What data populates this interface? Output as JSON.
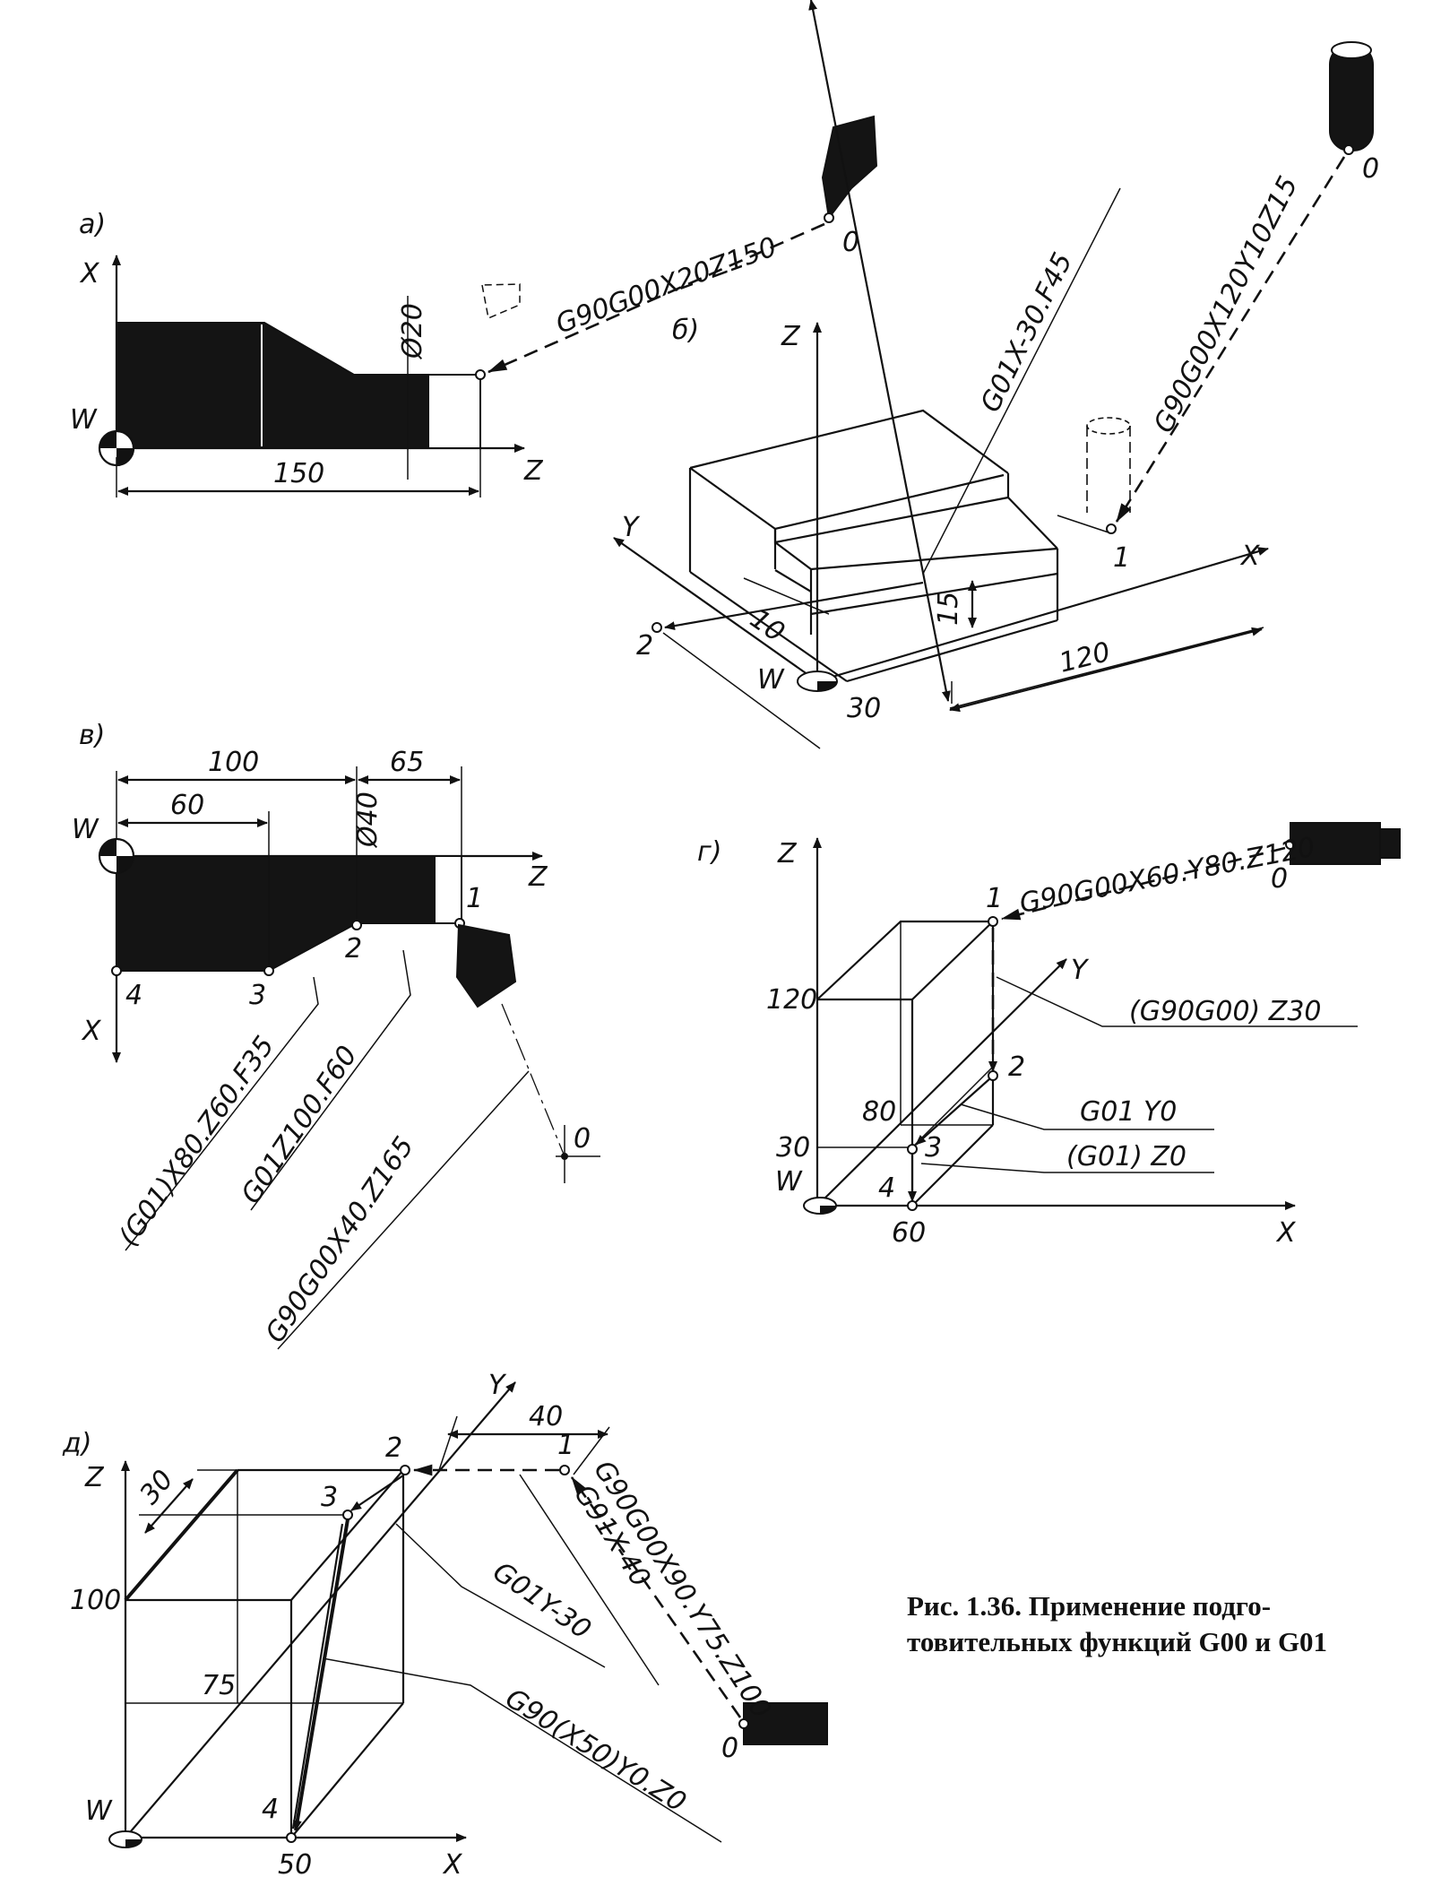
{
  "caption": {
    "line1": "Рис.   1.36.  Применение  подго-",
    "line2": "товительных функций G00 и G01"
  },
  "panel_a": {
    "label": "а)",
    "axis_x": "X",
    "axis_z": "Z",
    "origin": "W",
    "point0": "0",
    "diameter": "Ø20",
    "dim_length": "150",
    "command": "G90G00X20Z150"
  },
  "panel_b": {
    "label": "б)",
    "axis_z": "Z",
    "axis_y": "Y",
    "axis_x": "X",
    "origin": "W",
    "point0": "0",
    "point1": "1",
    "point2": "2",
    "dim_10": "10",
    "dim_15": "15",
    "dim_30": "30",
    "dim_120": "120",
    "command_rapid": "G90G00X120Y10Z15",
    "command_feed": "G01X-30.F45"
  },
  "panel_v": {
    "label": "в)",
    "axis_z": "Z",
    "axis_x": "X",
    "origin": "W",
    "dim_100": "100",
    "dim_60": "60",
    "dim_65": "65",
    "diameter": "Ø40",
    "point0": "0",
    "point1": "1",
    "point2": "2",
    "point3": "3",
    "point4": "4",
    "cmd_1": "(G01)X80.Z60.F35",
    "cmd_2": "G01Z100.F60",
    "cmd_3": "G90G00X40.Z165"
  },
  "panel_g": {
    "label": "г)",
    "axis_z": "Z",
    "axis_y": "Y",
    "axis_x": "X",
    "origin": "W",
    "val_120": "120",
    "val_80": "80",
    "val_30": "30",
    "val_60": "60",
    "point0": "0",
    "point1": "1",
    "point2": "2",
    "point3": "3",
    "point4": "4",
    "command": "G90G00X60.Y80.Z120",
    "cmd_z30": "(G90G00) Z30",
    "cmd_y0": "G01 Y0",
    "cmd_z0": "(G01) Z0"
  },
  "panel_d": {
    "label": "д)",
    "axis_z": "Z",
    "axis_y": "Y",
    "axis_x": "X",
    "origin": "W",
    "val_100": "100",
    "val_75": "75",
    "val_50": "50",
    "dim_30": "30",
    "dim_40": "40",
    "point0": "0",
    "point1": "1",
    "point2": "2",
    "point3": "3",
    "point4": "4",
    "command": "G90G00X90.Y75.Z100",
    "cmd_g91": "G91X-40",
    "cmd_g01": "G01Y-30",
    "cmd_last": "G90(X50)Y0.Z0"
  }
}
